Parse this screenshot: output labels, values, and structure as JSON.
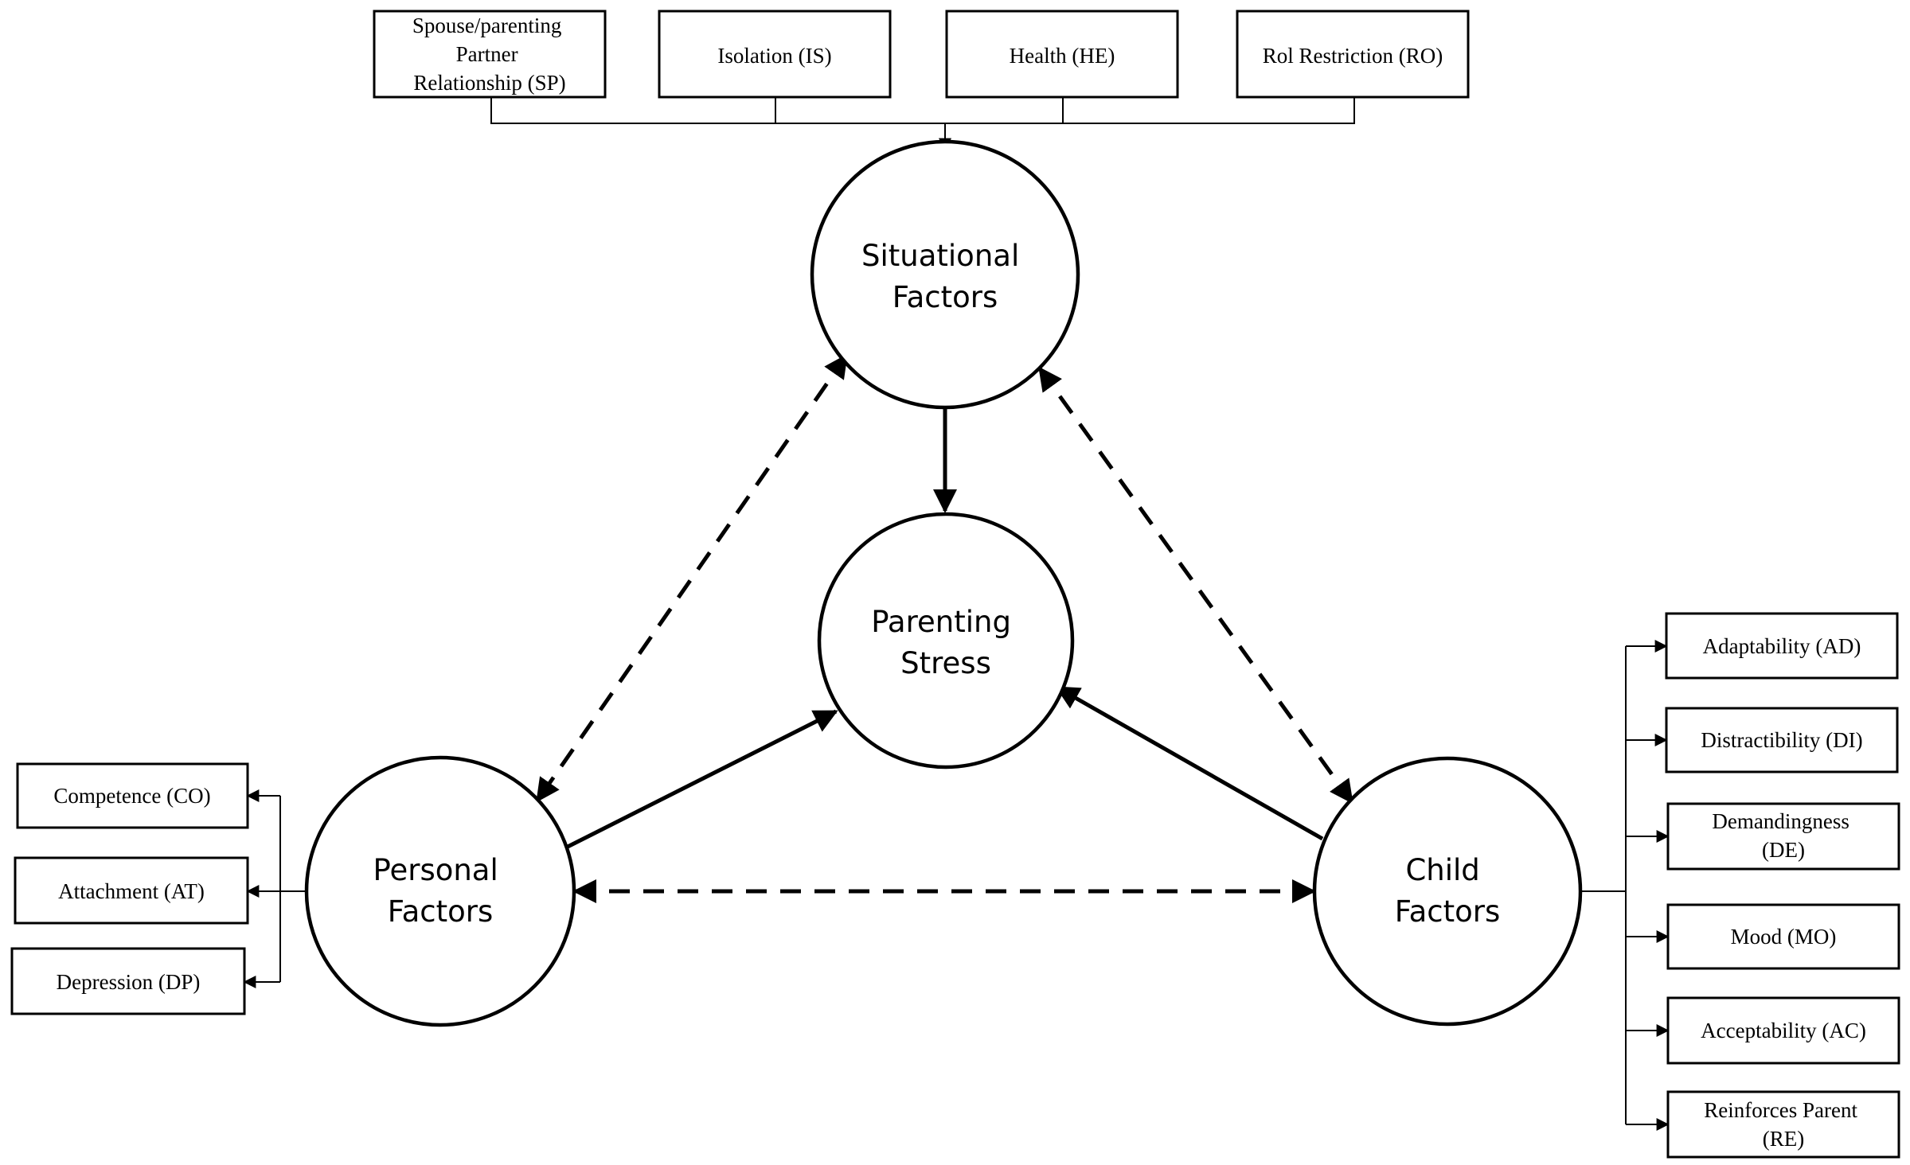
{
  "nodes": {
    "situational": {
      "line1": "Situational",
      "line2": "Factors"
    },
    "parenting": {
      "line1": "Parenting",
      "line2": "Stress"
    },
    "personal": {
      "line1": "Personal",
      "line2": "Factors"
    },
    "child": {
      "line1": "Child",
      "line2": "Factors"
    }
  },
  "situational_boxes": [
    {
      "lines": [
        "Spouse/parenting",
        "Partner",
        "Relationship (SP)"
      ]
    },
    {
      "lines": [
        "Isolation (IS)"
      ]
    },
    {
      "lines": [
        "Health (HE)"
      ]
    },
    {
      "lines": [
        "Rol Restriction (RO)"
      ]
    }
  ],
  "personal_boxes": [
    {
      "lines": [
        "Competence (CO)"
      ]
    },
    {
      "lines": [
        "Attachment (AT)"
      ]
    },
    {
      "lines": [
        "Depression (DP)"
      ]
    }
  ],
  "child_boxes": [
    {
      "lines": [
        "Adaptability (AD)"
      ]
    },
    {
      "lines": [
        "Distractibility (DI)"
      ]
    },
    {
      "lines": [
        "Demandingness",
        "(DE)"
      ]
    },
    {
      "lines": [
        "Mood (MO)"
      ]
    },
    {
      "lines": [
        "Acceptability (AC)"
      ]
    },
    {
      "lines": [
        "Reinforces Parent",
        "(RE)"
      ]
    }
  ]
}
